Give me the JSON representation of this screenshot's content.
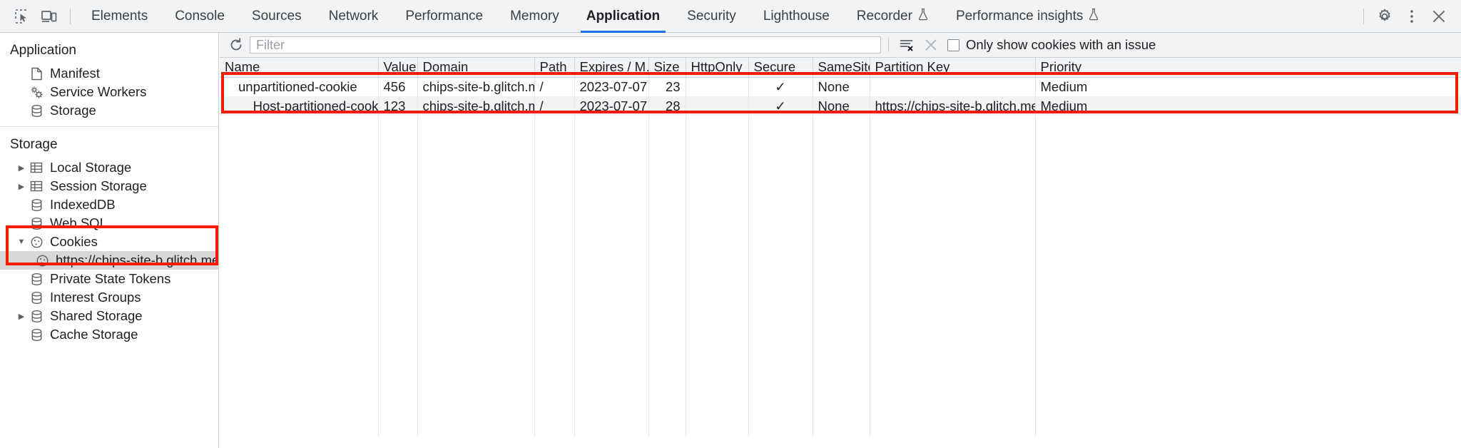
{
  "toolbar": {
    "inspect_icon": "inspect-element-icon",
    "device_icon": "device-toolbar-icon",
    "tabs": [
      {
        "label": "Elements",
        "active": false,
        "experimental": false
      },
      {
        "label": "Console",
        "active": false,
        "experimental": false
      },
      {
        "label": "Sources",
        "active": false,
        "experimental": false
      },
      {
        "label": "Network",
        "active": false,
        "experimental": false
      },
      {
        "label": "Performance",
        "active": false,
        "experimental": false
      },
      {
        "label": "Memory",
        "active": false,
        "experimental": false
      },
      {
        "label": "Application",
        "active": true,
        "experimental": false
      },
      {
        "label": "Security",
        "active": false,
        "experimental": false
      },
      {
        "label": "Lighthouse",
        "active": false,
        "experimental": false
      },
      {
        "label": "Recorder",
        "active": false,
        "experimental": true
      },
      {
        "label": "Performance insights",
        "active": false,
        "experimental": true
      }
    ],
    "settings_icon": "gear-icon",
    "more_icon": "kebab-menu-icon",
    "close_icon": "close-icon",
    "active_tab_underline_color": "#1a73e8"
  },
  "sidebar": {
    "sections": [
      {
        "title": "Application",
        "items": [
          {
            "label": "Manifest",
            "icon": "manifest-document-icon",
            "twisty": "none",
            "selected": false,
            "indent": 1
          },
          {
            "label": "Service Workers",
            "icon": "service-workers-gears-icon",
            "twisty": "none",
            "selected": false,
            "indent": 1
          },
          {
            "label": "Storage",
            "icon": "database-icon",
            "twisty": "none",
            "selected": false,
            "indent": 1
          }
        ]
      },
      {
        "title": "Storage",
        "items": [
          {
            "label": "Local Storage",
            "icon": "table-grid-icon",
            "twisty": "collapsed",
            "selected": false,
            "indent": 1
          },
          {
            "label": "Session Storage",
            "icon": "table-grid-icon",
            "twisty": "collapsed",
            "selected": false,
            "indent": 1
          },
          {
            "label": "IndexedDB",
            "icon": "database-icon",
            "twisty": "none",
            "selected": false,
            "indent": 1
          },
          {
            "label": "Web SQL",
            "icon": "database-icon",
            "twisty": "none",
            "selected": false,
            "indent": 1
          },
          {
            "label": "Cookies",
            "icon": "cookie-icon",
            "twisty": "expanded",
            "selected": false,
            "indent": 1
          },
          {
            "label": "https://chips-site-b.glitch.me",
            "icon": "cookie-icon",
            "twisty": "none",
            "selected": true,
            "indent": 2
          },
          {
            "label": "Private State Tokens",
            "icon": "database-icon",
            "twisty": "none",
            "selected": false,
            "indent": 1
          },
          {
            "label": "Interest Groups",
            "icon": "database-icon",
            "twisty": "none",
            "selected": false,
            "indent": 1
          },
          {
            "label": "Shared Storage",
            "icon": "database-icon",
            "twisty": "collapsed",
            "selected": false,
            "indent": 1
          },
          {
            "label": "Cache Storage",
            "icon": "database-icon",
            "twisty": "none",
            "selected": false,
            "indent": 1
          }
        ]
      }
    ]
  },
  "filterbar": {
    "refresh_icon": "refresh-icon",
    "filter_placeholder": "Filter",
    "filter_value": "",
    "clear_filtered_icon": "clear-filtered-cookies-icon",
    "clear_all_icon": "clear-all-cookies-icon",
    "only_issues_label": "Only show cookies with an issue",
    "only_issues_checked": false
  },
  "table": {
    "columns": [
      "Name",
      "Value",
      "Domain",
      "Path",
      "Expires / M…",
      "Size",
      "HttpOnly",
      "Secure",
      "SameSite",
      "Partition Key",
      "Priority"
    ],
    "rows": [
      {
        "Name": "unpartitioned-cookie",
        "Value": "456",
        "Domain": "chips-site-b.glitch.me",
        "Path": "/",
        "Expires": "2023-07-07…",
        "Size": "23",
        "HttpOnly": "",
        "Secure": "✓",
        "SameSite": "None",
        "PartitionKey": "",
        "Priority": "Medium"
      },
      {
        "Name": "__Host-partitioned-cookie",
        "Value": "123",
        "Domain": "chips-site-b.glitch.me",
        "Path": "/",
        "Expires": "2023-07-07…",
        "Size": "28",
        "HttpOnly": "",
        "Secure": "✓",
        "SameSite": "None",
        "PartitionKey": "https://chips-site-b.glitch.me",
        "Priority": "Medium"
      }
    ]
  },
  "annotations": {
    "color": "#f51b00",
    "boxes": [
      "cookies-table-highlight",
      "cookies-tree-highlight"
    ]
  }
}
